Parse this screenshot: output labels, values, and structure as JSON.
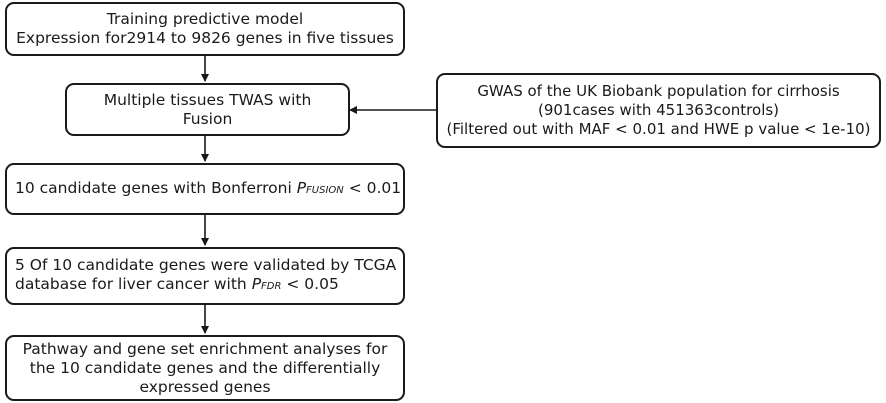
{
  "boxes": {
    "training": {
      "line1": "Training predictive model",
      "line2": "Expression for2914 to 9826 genes in five tissues"
    },
    "twas": {
      "line1": "Multiple tissues TWAS with",
      "line2": "Fusion"
    },
    "gwas": {
      "line1": "GWAS of the UK Biobank population for cirrhosis",
      "line2": "(901cases with 451363controls)",
      "line3": "(Filtered out with MAF < 0.01 and HWE p value < 1e-10)"
    },
    "candidates": {
      "prefix": "10 candidate genes with Bonferroni",
      "p_symbol": "P",
      "p_sub": "FUSION",
      "suffix": "< 0.01"
    },
    "validated": {
      "line1": "5  Of 10 candidate genes were validated by TCGA",
      "line2_prefix": "database for liver cancer with",
      "p_symbol": "P",
      "p_sub": "FDR",
      "line2_suffix": "< 0.05"
    },
    "pathway": {
      "line1": "Pathway and gene set enrichment analyses for",
      "line2": "the 10 candidate genes and the differentially",
      "line3": "expressed genes"
    }
  },
  "colors": {
    "stroke": "#1a1a1a",
    "background": "#ffffff"
  }
}
